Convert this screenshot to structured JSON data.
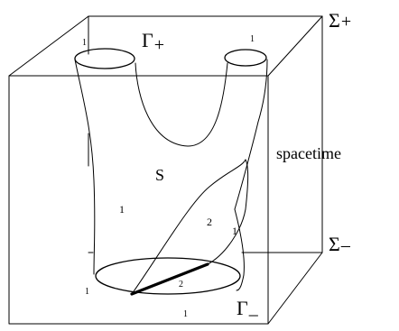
{
  "labels": {
    "sigma_plus": "Σ",
    "sigma_plus_sub": "+",
    "sigma_minus": "Σ",
    "sigma_minus_sub": "–",
    "gamma_plus": "Γ",
    "gamma_plus_sub": "+",
    "gamma_minus": "Γ",
    "gamma_minus_sub": "_",
    "surface": "S",
    "spacetime": "spacetime"
  },
  "multiplicities": {
    "top_left_circle": "1",
    "top_right_circle": "1",
    "surface_left_sheet": "1",
    "inner_fold": "2",
    "fold_edge": "1",
    "bottom_circle_left": "1",
    "chord": "2",
    "bottom_front": "1"
  }
}
